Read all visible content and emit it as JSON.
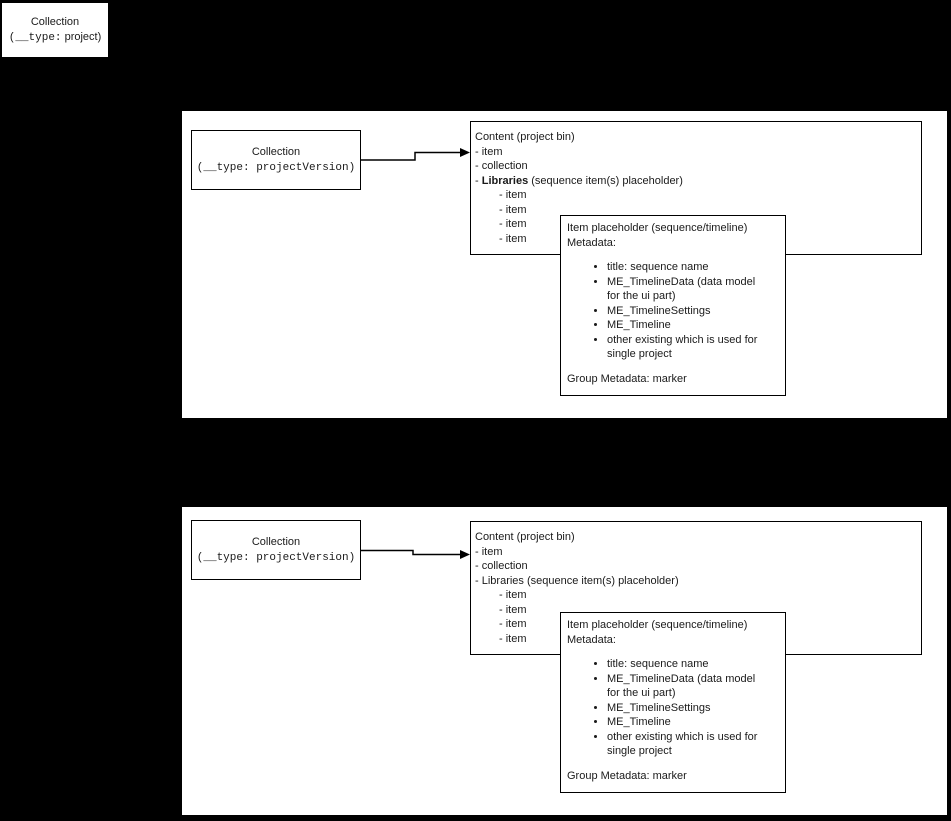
{
  "colors": {
    "background": "#000000",
    "panel": "#ffffff",
    "border": "#000000",
    "text": "#1a1a1a"
  },
  "diagram": {
    "project_box": {
      "title": "Collection",
      "type_mono": "(__type:",
      "type_rest": " project)"
    },
    "panels": [
      {
        "collection_box": {
          "title": "Collection",
          "type_mono": "(__type: projectVersion)",
          "type_rest": ""
        },
        "content_box": {
          "title": "Content (project bin)",
          "item_line": "- item",
          "collection_line": "- collection",
          "libraries_prefix": "- ",
          "libraries_name": "Libraries",
          "libraries_rest": " (sequence item(s) placeholder)",
          "sub_items": [
            "- item",
            "- item",
            "- item",
            "- item"
          ]
        },
        "placeholder_box": {
          "title": "Item placeholder (sequence/timeline)",
          "subtitle": "Metadata:",
          "bullets": [
            "title: sequence name",
            "ME_TimelineData (data model for the ui part)",
            "ME_TimelineSettings",
            "ME_Timeline",
            "other existing which is used for single project"
          ],
          "footer": "Group Metadata: marker"
        }
      },
      {
        "collection_box": {
          "title": "Collection",
          "type_mono": "(__type: projectVersion)",
          "type_rest": ""
        },
        "content_box": {
          "title": "Content (project bin)",
          "item_line": "- item",
          "collection_line": "- collection",
          "libraries_prefix": "- ",
          "libraries_name": "Libraries",
          "libraries_rest": " (sequence item(s) placeholder)",
          "sub_items": [
            "- item",
            "- item",
            "- item",
            "- item"
          ]
        },
        "placeholder_box": {
          "title": "Item placeholder (sequence/timeline)",
          "subtitle": "Metadata:",
          "bullets": [
            "title: sequence name",
            "ME_TimelineData (data model for the ui part)",
            "ME_TimelineSettings",
            "ME_Timeline",
            "other existing which is used for single project"
          ],
          "footer": "Group Metadata: marker"
        }
      }
    ]
  }
}
